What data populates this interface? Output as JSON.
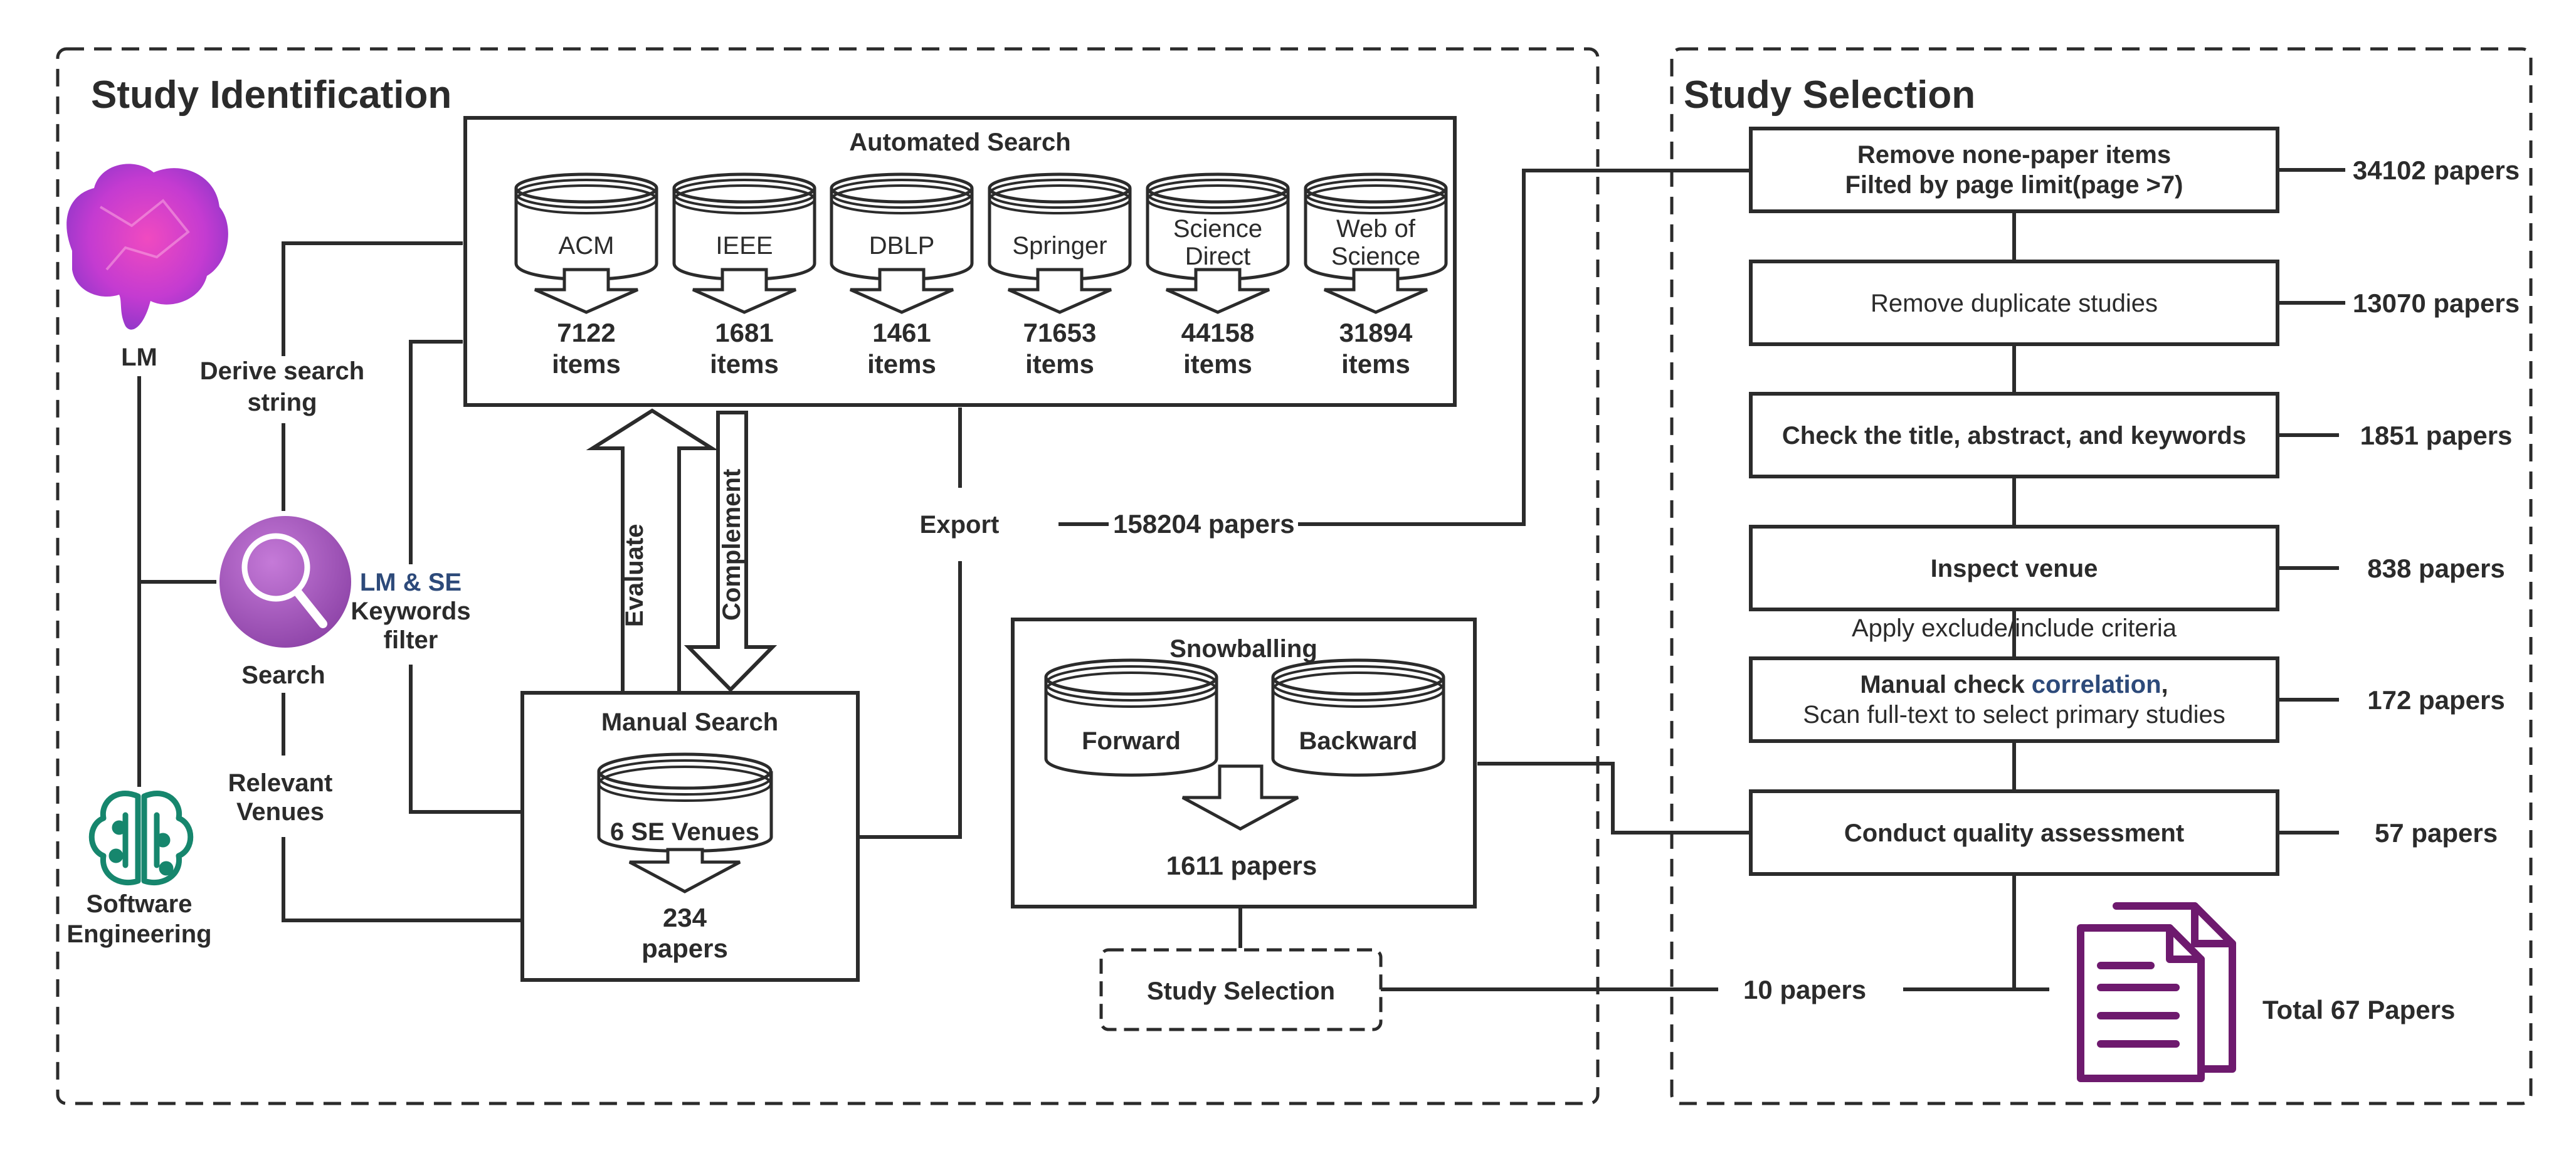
{
  "identification": {
    "title": "Study Identification",
    "lm_label": "LM",
    "se_label_1": "Software",
    "se_label_2": "Engineering",
    "derive_1": "Derive search",
    "derive_2": "string",
    "search_label": "Search",
    "relevant_1": "Relevant",
    "relevant_2": "Venues",
    "filter_1": "LM & SE",
    "filter_2": "Keywords",
    "filter_3": "filter",
    "automated": {
      "title": "Automated Search",
      "databases": [
        {
          "name": "ACM",
          "count": "7122",
          "unit": "items"
        },
        {
          "name": "IEEE",
          "count": "1681",
          "unit": "items"
        },
        {
          "name": "DBLP",
          "count": "1461",
          "unit": "items"
        },
        {
          "name": "Springer",
          "count": "71653",
          "unit": "items"
        },
        {
          "name1": "Science",
          "name2": "Direct",
          "count": "44158",
          "unit": "items"
        },
        {
          "name1": "Web of",
          "name2": "Science",
          "count": "31894",
          "unit": "items"
        }
      ]
    },
    "evaluate_label": "Evaluate",
    "complement_label": "Complement",
    "manual": {
      "title": "Manual  Search",
      "venues": "6 SE Venues",
      "count": "234",
      "unit": "papers"
    },
    "export_label": "Export",
    "export_count": "158204 papers",
    "snowballing": {
      "title": "Snowballing",
      "forward": "Forward",
      "backward": "Backward",
      "count": "1611 papers"
    },
    "study_selection_label": "Study Selection",
    "ten_papers": "10 papers"
  },
  "selection": {
    "title": "Study Selection",
    "steps": [
      {
        "line1": "Remove none-paper items",
        "line2": "Filted by page limit(page >7)",
        "result": "34102 papers"
      },
      {
        "line1": "Remove duplicate studies",
        "result": "13070 papers"
      },
      {
        "line1": "Check the title, abstract, and keywords",
        "result": "1851 papers"
      },
      {
        "line1": "Inspect venue",
        "result": "838 papers"
      },
      {
        "line1a": "Manual check ",
        "line1b": "correlation",
        "line1c": ",",
        "line2": "Scan full-text to select primary studies",
        "result": "172 papers"
      },
      {
        "line1": "Conduct quality assessment",
        "result": "57 papers"
      }
    ],
    "criteria": "Apply exclude/include criteria",
    "total": "Total 67 Papers"
  },
  "colors": {
    "line": "#2b2b2b",
    "brain": "#c03bd0",
    "search_icon": "#9b4fb5",
    "se_icon": "#16866d",
    "paper_icon": "#6e1a6e",
    "correlation_text": "#2d4a7a"
  }
}
